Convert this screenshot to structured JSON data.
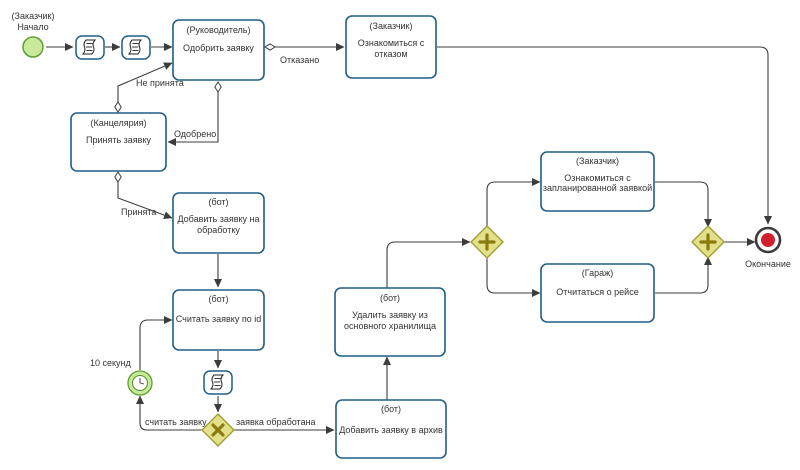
{
  "events": {
    "start": {
      "role": "(Заказчик)",
      "label": "Начало"
    },
    "end": {
      "label": "Окончание"
    },
    "timer": {
      "label": "10 секунд"
    }
  },
  "tasks": {
    "approve": {
      "role": "(Руководитель)",
      "lines": [
        "Одобрить заявку"
      ]
    },
    "reject_notice": {
      "role": "(Заказчик)",
      "lines": [
        "Ознакомиться с",
        "отказом"
      ]
    },
    "accept": {
      "role": "(Канцелярия)",
      "lines": [
        "Принять заявку"
      ]
    },
    "add_processing": {
      "role": "(бот)",
      "lines": [
        "Добавить заявку на",
        "обработку"
      ]
    },
    "read_by_id": {
      "role": "(бот)",
      "lines": [
        "Считать заявку по id"
      ]
    },
    "archive": {
      "role": "(бот)",
      "lines": [
        "Добавить заявку в архив"
      ]
    },
    "delete_main": {
      "role": "(бот)",
      "lines": [
        "Удалить заявку из",
        "основного хранилища"
      ]
    },
    "planned_notice": {
      "role": "(Заказчик)",
      "lines": [
        "Ознакомиться с",
        "запланированной заявкой"
      ]
    },
    "trip_report": {
      "role": "(Гараж)",
      "lines": [
        "Отчитаться о рейсе"
      ]
    }
  },
  "flow_labels": {
    "rejected": "Отказано",
    "not_accepted": "Не принята",
    "approved": "Одобрено",
    "accepted": "Принята",
    "read_request": "считать заявку",
    "request_processed": "заявка обработана"
  },
  "colors": {
    "task_stroke": "#1f5f86",
    "start_fill": "#c9ea9c",
    "start_stroke": "#5e9e2e",
    "end_fill": "#d0202e",
    "end_stroke": "#3c3c3c",
    "gateway_fill": "#e3e08a",
    "gateway_stroke": "#9c9a2c"
  },
  "icons": {
    "script_task": "script-icon",
    "timer_event": "clock-icon",
    "exclusive_gateway": "x-gateway-icon",
    "parallel_gateway": "plus-gateway-icon"
  }
}
